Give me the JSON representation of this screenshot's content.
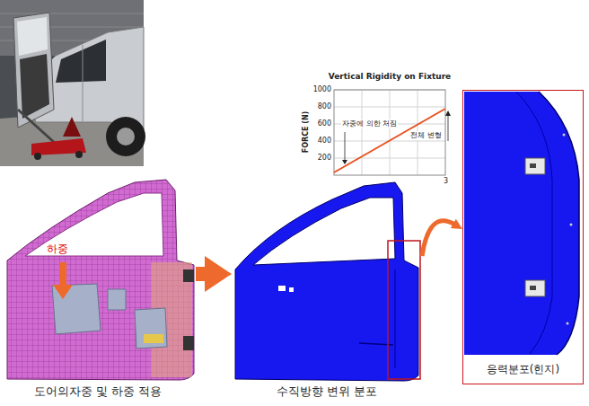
{
  "diagram": {
    "nodes": [
      {
        "text": [
          "도어의자중 및 하중 적용"
        ]
      },
      {
        "text": [
          "수직방향 변위 분포"
        ]
      },
      {
        "text": [
          "응력분포(힌지)"
        ]
      }
    ],
    "edges": [
      {
        "from": 0,
        "to": 1,
        "arrow": "to"
      },
      {
        "from": 1,
        "to": 2,
        "arrow": "to"
      }
    ],
    "labels": [
      "하중",
      "Vertical Rigidity on Fixture",
      "FORCE (N)",
      "1000",
      "800",
      "600",
      "400",
      "200",
      "자중에 의한 처짐",
      "전체 변형",
      "3"
    ]
  }
}
